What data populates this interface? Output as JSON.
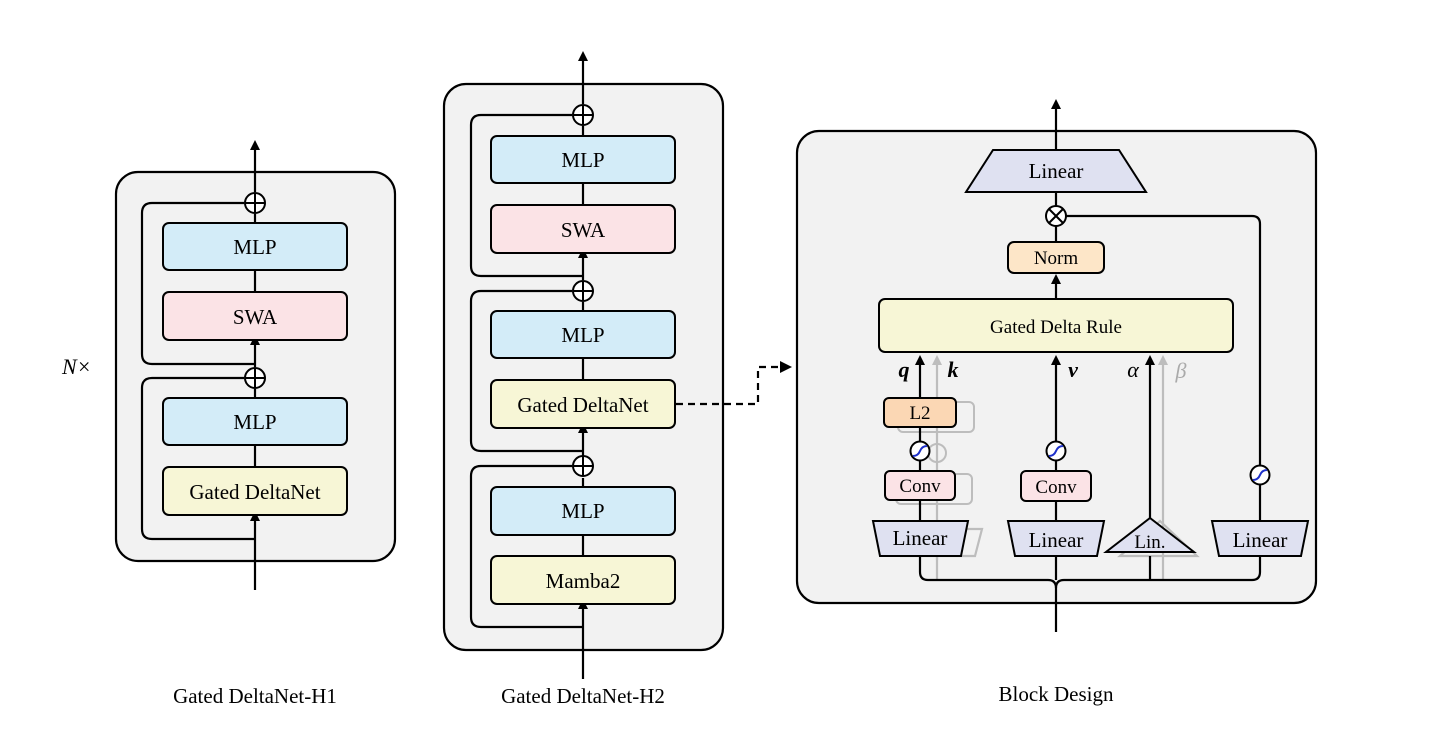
{
  "h1": {
    "caption": "Gated DeltaNet-H1",
    "repeat": "N×",
    "mlp_top": "MLP",
    "swa": "SWA",
    "mlp_bottom": "MLP",
    "gated_deltanet": "Gated DeltaNet"
  },
  "h2": {
    "caption": "Gated DeltaNet-H2",
    "mlp_1": "MLP",
    "swa": "SWA",
    "mlp_2": "MLP",
    "gated_deltanet": "Gated DeltaNet",
    "mlp_3": "MLP",
    "mamba2": "Mamba2"
  },
  "block": {
    "caption": "Block Design",
    "linear_out": "Linear",
    "norm": "Norm",
    "gated_delta_rule": "Gated Delta Rule",
    "l2": "L2",
    "conv_qk": "Conv",
    "conv_v": "Conv",
    "linear_qk": "Linear",
    "linear_v": "Linear",
    "lin_ab": "Lin.",
    "linear_gate": "Linear",
    "q": "q",
    "k": "k",
    "v": "v",
    "alpha": "α",
    "beta": "β"
  }
}
